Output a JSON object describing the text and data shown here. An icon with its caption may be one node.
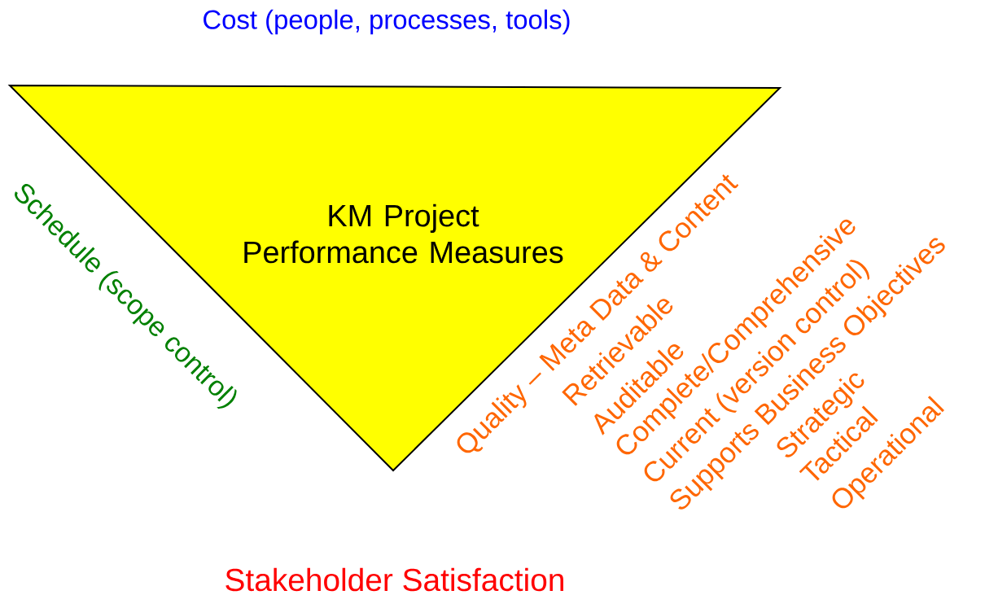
{
  "diagram": {
    "nodes": [
      {
        "text": [
          "KM Project Performance Measures"
        ]
      }
    ],
    "edges": [],
    "labels": [
      "Cost (people, processes, tools)",
      "Schedule (scope control)",
      "Quality – Meta Data & Content",
      "Retrievable",
      "Auditable",
      "Complete/Comprehensive",
      "Current (version control)",
      "Supports Business Objectives",
      "Strategic",
      "Tactical",
      "Operational",
      "Stakeholder Satisfaction"
    ]
  }
}
